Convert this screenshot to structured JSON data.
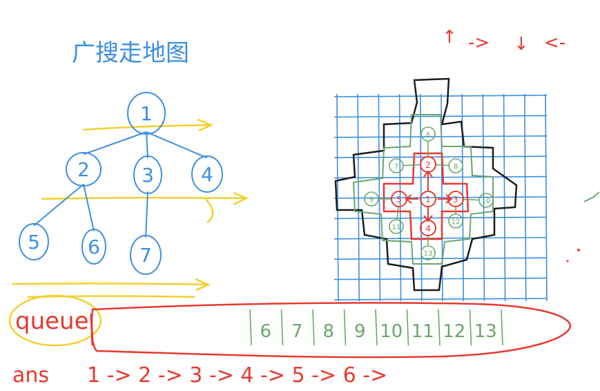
{
  "title": "广搜走地图",
  "direction_hint": [
    "↑",
    "->",
    "↓",
    "<-"
  ],
  "tree": {
    "nodes": [
      {
        "id": 1,
        "label": "1",
        "level": 0
      },
      {
        "id": 2,
        "label": "2",
        "level": 1
      },
      {
        "id": 3,
        "label": "3",
        "level": 1
      },
      {
        "id": 4,
        "label": "4",
        "level": 1
      },
      {
        "id": 5,
        "label": "5",
        "level": 2
      },
      {
        "id": 6,
        "label": "6",
        "level": 2
      },
      {
        "id": 7,
        "label": "7",
        "level": 2
      }
    ],
    "edges": [
      [
        1,
        2
      ],
      [
        1,
        3
      ],
      [
        1,
        4
      ],
      [
        2,
        5
      ],
      [
        2,
        6
      ],
      [
        3,
        7
      ]
    ]
  },
  "grid": {
    "red_labels": [
      "1",
      "2",
      "3",
      "4",
      "5"
    ],
    "green_labels": [
      "6",
      "7",
      "8",
      "9",
      "10",
      "11",
      "12",
      "13"
    ]
  },
  "queue": {
    "label": "queue",
    "items": [
      "6",
      "7",
      "8",
      "9",
      "10",
      "11",
      "12",
      "13"
    ]
  },
  "ans": {
    "label": "ans",
    "sequence_text": "1 -> 2 -> 3 -> 4 -> 5 -> 6 ->"
  },
  "colors": {
    "blue": "#3b8fe0",
    "red": "#e8382e",
    "green": "#6aa66a",
    "yellow": "#f2d02c",
    "black": "#1c1c1c"
  }
}
